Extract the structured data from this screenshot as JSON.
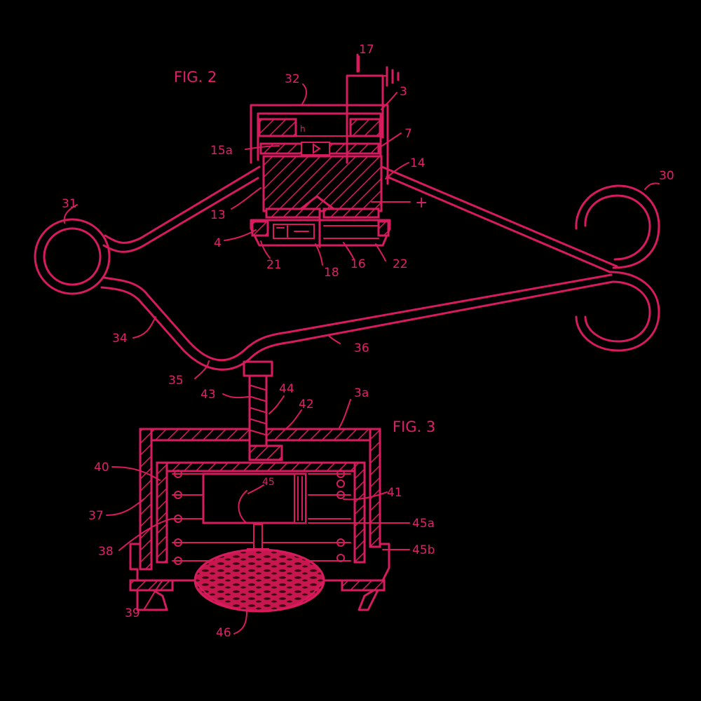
{
  "figures": {
    "fig2_title": "FIG. 2",
    "fig3_title": "FIG. 3"
  },
  "labels": {
    "l17": "17",
    "l32": "32",
    "l3": "3",
    "l7": "7",
    "l15a": "15a",
    "l14": "14",
    "l30": "30",
    "l31": "31",
    "l13": "13",
    "plus": "+",
    "l4": "4",
    "l21": "21",
    "l18": "18",
    "l16": "16",
    "l22": "22",
    "l34": "34",
    "l36": "36",
    "l35": "35",
    "l43": "43",
    "l44": "44",
    "l42": "42",
    "l3a": "3a",
    "l40": "40",
    "l41": "41",
    "l37": "37",
    "l38": "38",
    "l45a": "45a",
    "l45b": "45b",
    "l45": "45",
    "l39": "39",
    "l46": "46"
  },
  "colors": {
    "ink": "#d81b5e",
    "background": "#000000"
  }
}
